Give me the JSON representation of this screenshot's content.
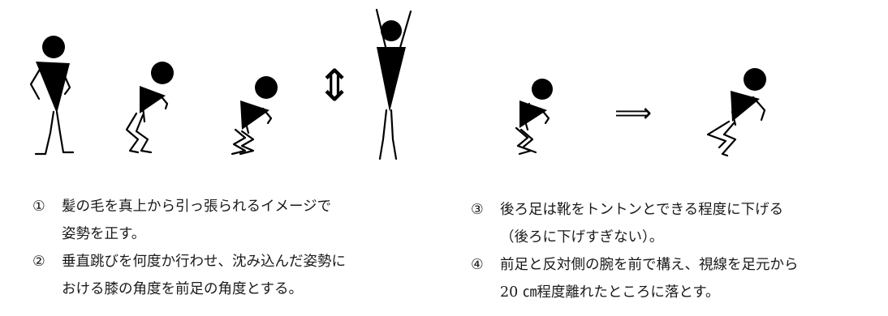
{
  "notes": [
    {
      "number": "①",
      "line1": "髪の毛を真上から引っ張られるイメージで",
      "line2": "姿勢を正す。"
    },
    {
      "number": "②",
      "line1": "垂直跳びを何度か行わせ、沈み込んだ姿勢に",
      "line2": "おける膝の角度を前足の角度とする。"
    },
    {
      "number": "③",
      "line1": "後ろ足は靴をトントンとできる程度に下げる",
      "line2": "（後ろに下げすぎない）。"
    },
    {
      "number": "④",
      "line1": "前足と反対側の腕を前で構え、視線を足元から",
      "line2": "20 ㎝程度離れたところに落とす。"
    }
  ],
  "symbols": {
    "up_down": "⇕",
    "right_arrow": "⟹"
  }
}
